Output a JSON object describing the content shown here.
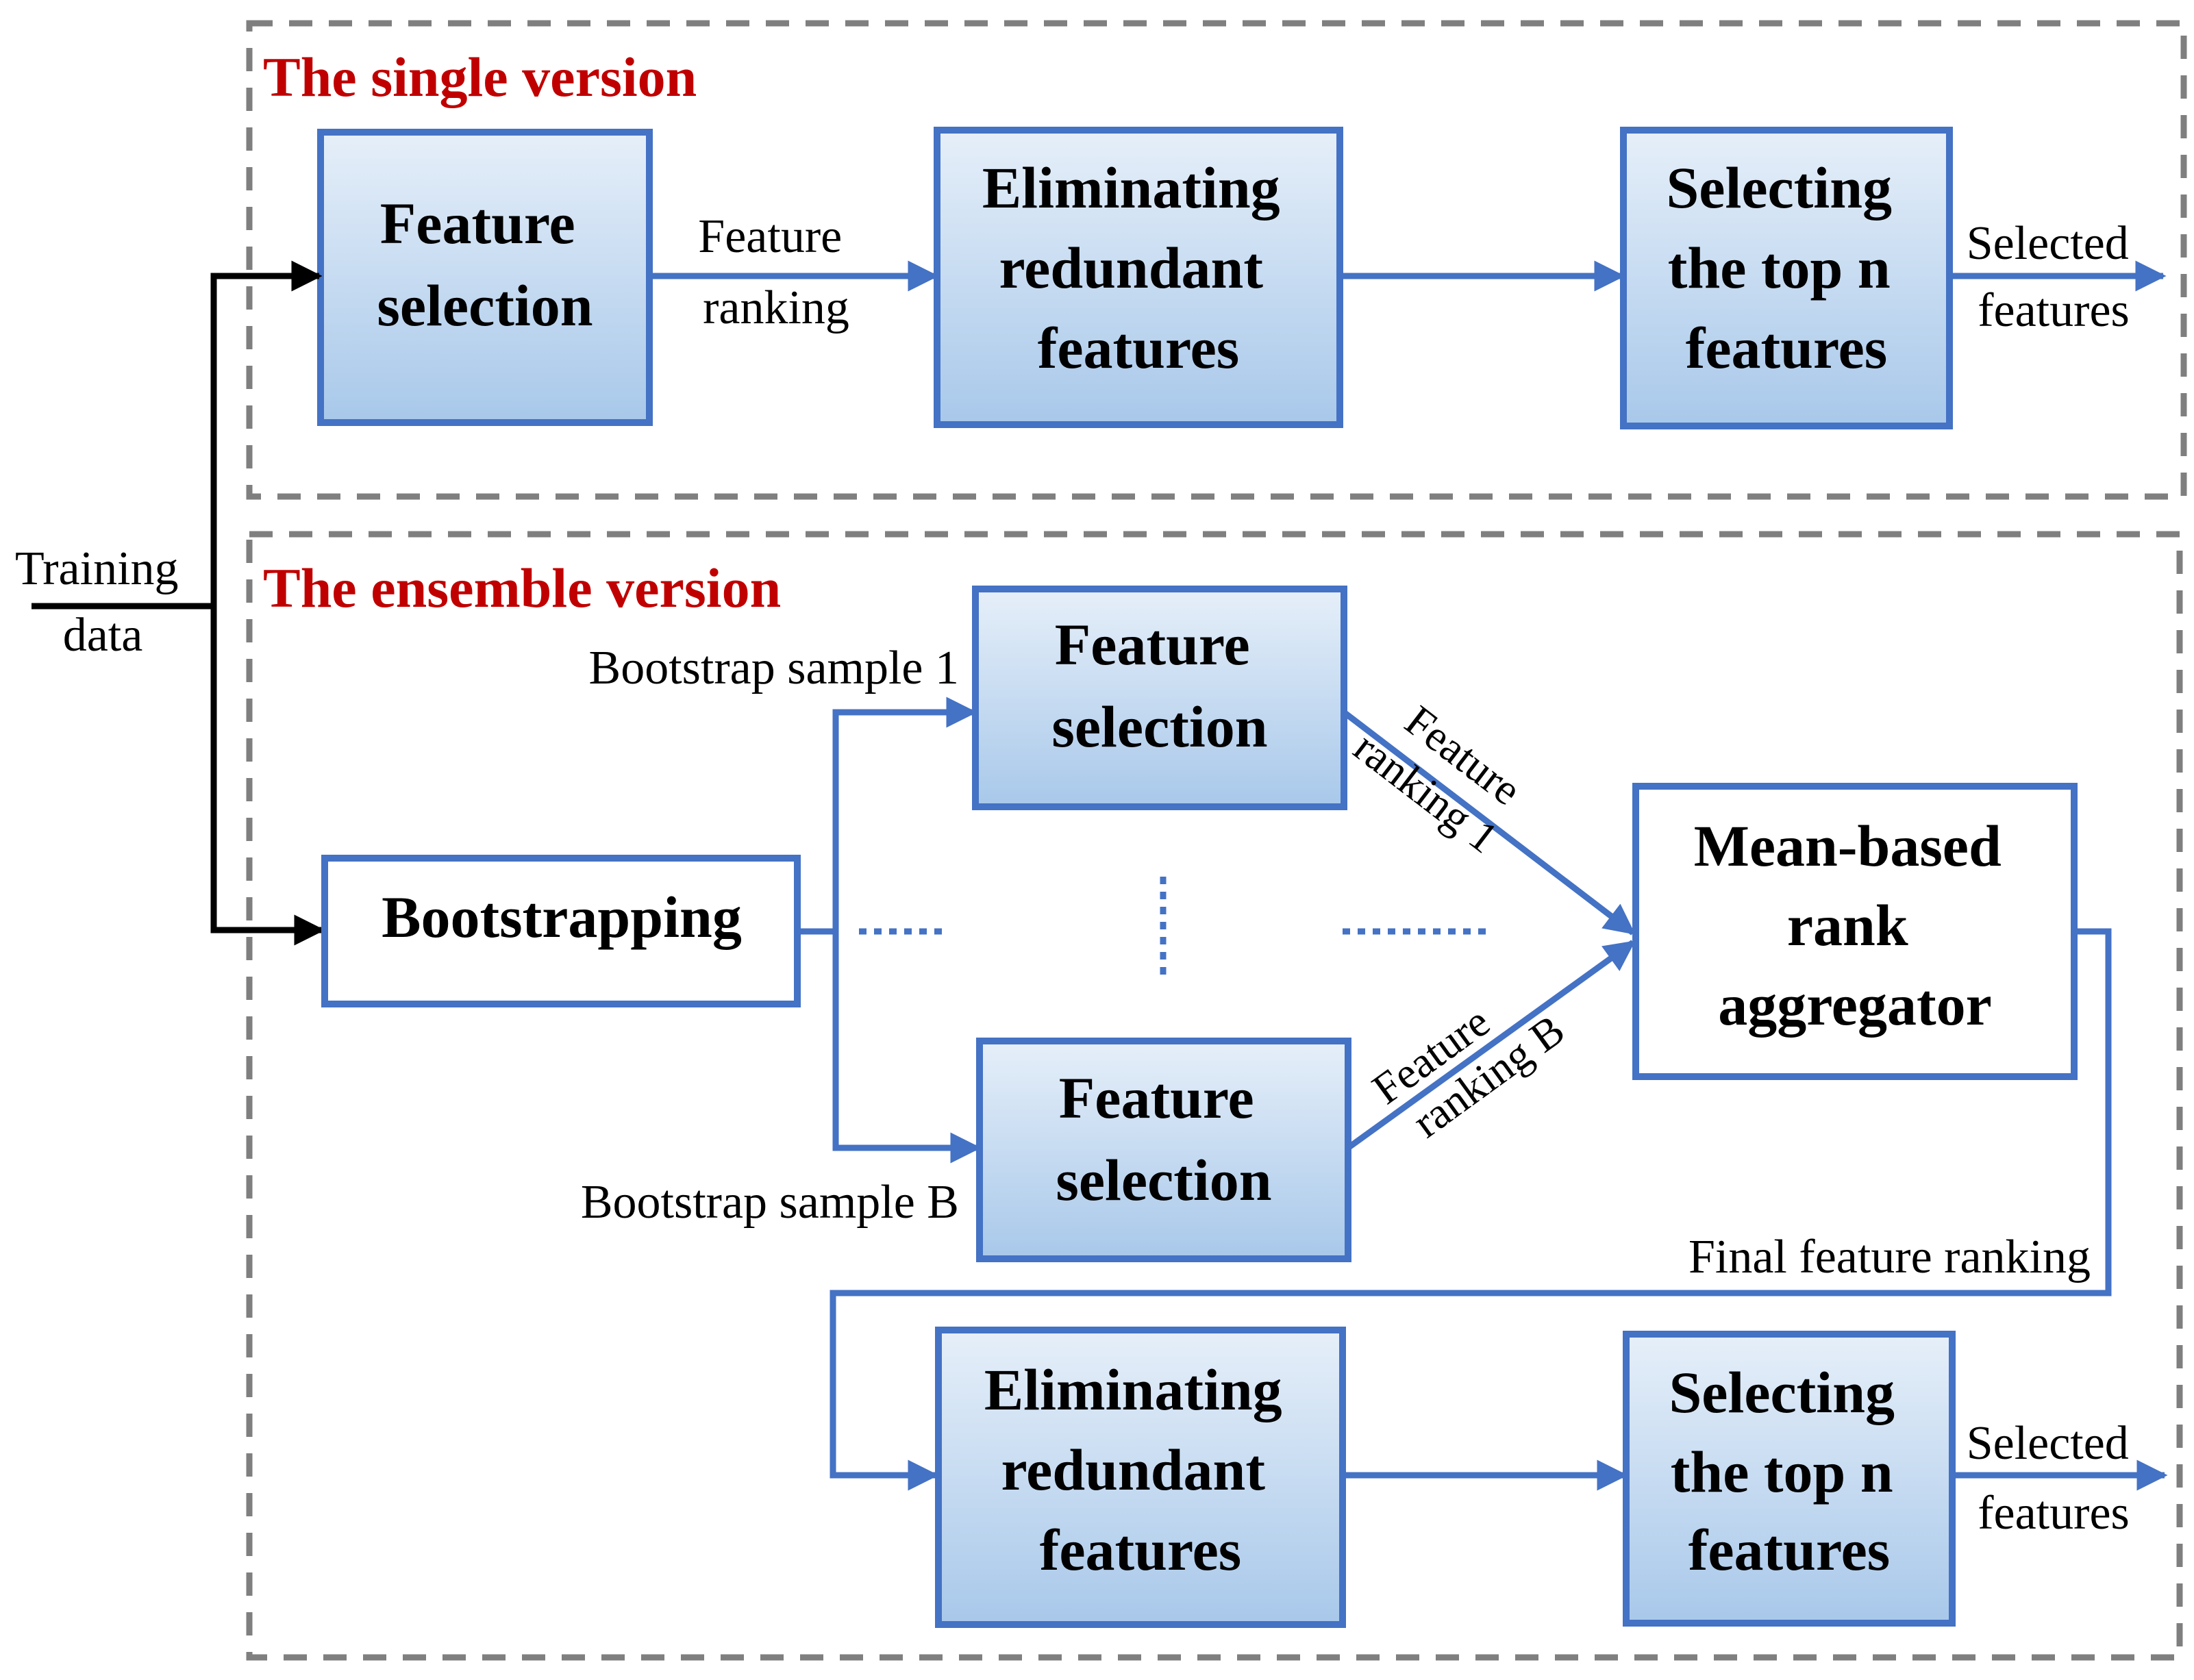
{
  "colors": {
    "accent_title": "#c00000",
    "box_border": "#4472c4",
    "box_fill_top": "#e6eff9",
    "box_fill_bottom": "#a8c8ea",
    "flow_line": "#4472c4",
    "input_line": "#000000",
    "dash_border": "#7f7f7f"
  },
  "single": {
    "title": "The single version",
    "fs_box": [
      "Feature",
      "selection"
    ],
    "ranking_label": [
      "Feature",
      "ranking"
    ],
    "elim_box": [
      "Eliminating",
      "redundant",
      "features"
    ],
    "topn_box": [
      "Selecting",
      "the top n",
      "features"
    ],
    "output_label": [
      "Selected",
      "features"
    ]
  },
  "input": {
    "label": [
      "Training",
      "data"
    ]
  },
  "ensemble": {
    "title": "The ensemble version",
    "bootstrap_box": "Bootstrapping",
    "sample_1_label": "Bootstrap sample 1",
    "sample_b_label": "Bootstrap sample B",
    "fs_box_1": [
      "Feature",
      "selection"
    ],
    "fs_box_b": [
      "Feature",
      "selection"
    ],
    "ranking_1_label": [
      "Feature",
      "ranking 1"
    ],
    "ranking_b_label": [
      "Feature",
      "ranking B"
    ],
    "aggregator_box": [
      "Mean-based",
      "rank",
      "aggregator"
    ],
    "final_ranking_label": "Final feature ranking",
    "elim_box": [
      "Eliminating",
      "redundant",
      "features"
    ],
    "topn_box": [
      "Selecting",
      "the top n",
      "features"
    ],
    "output_label": [
      "Selected",
      "features"
    ]
  }
}
